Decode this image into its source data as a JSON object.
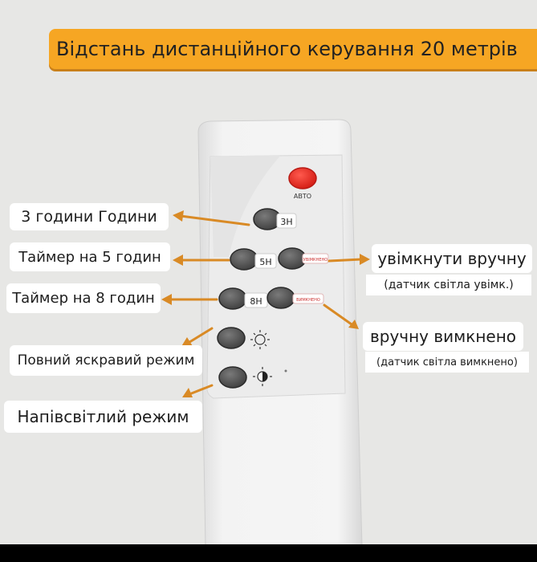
{
  "title": "Відстань дистанційного керування 20 метрів",
  "remote": {
    "auto_label": "АВТО",
    "btn_3h": "3H",
    "btn_5h": "5H",
    "btn_8h": "8H",
    "on_small": "УВІМКНЕНО",
    "off_small": "ВИМКНЕНО",
    "sun_icon": "sun-icon",
    "half_moon_icon": "half-brightness-icon"
  },
  "labels": {
    "hours3": "3 години Години",
    "timer5": "Таймер на 5 годин",
    "timer8": "Таймер на 8 годин",
    "full_bright": "Повний яскравий режим",
    "half_light": "Напівсвітлий режим",
    "manual_on": "увімкнути вручну",
    "manual_on_note": "(датчик світла увімк.)",
    "manual_off": "вручну вимкнено",
    "manual_off_note": "(датчик світла вимкнено)"
  },
  "colors": {
    "banner": "#f6a623",
    "arrow": "#d98a25",
    "auto_button": "#e8251c",
    "remote_body": "#f2f2f2"
  }
}
